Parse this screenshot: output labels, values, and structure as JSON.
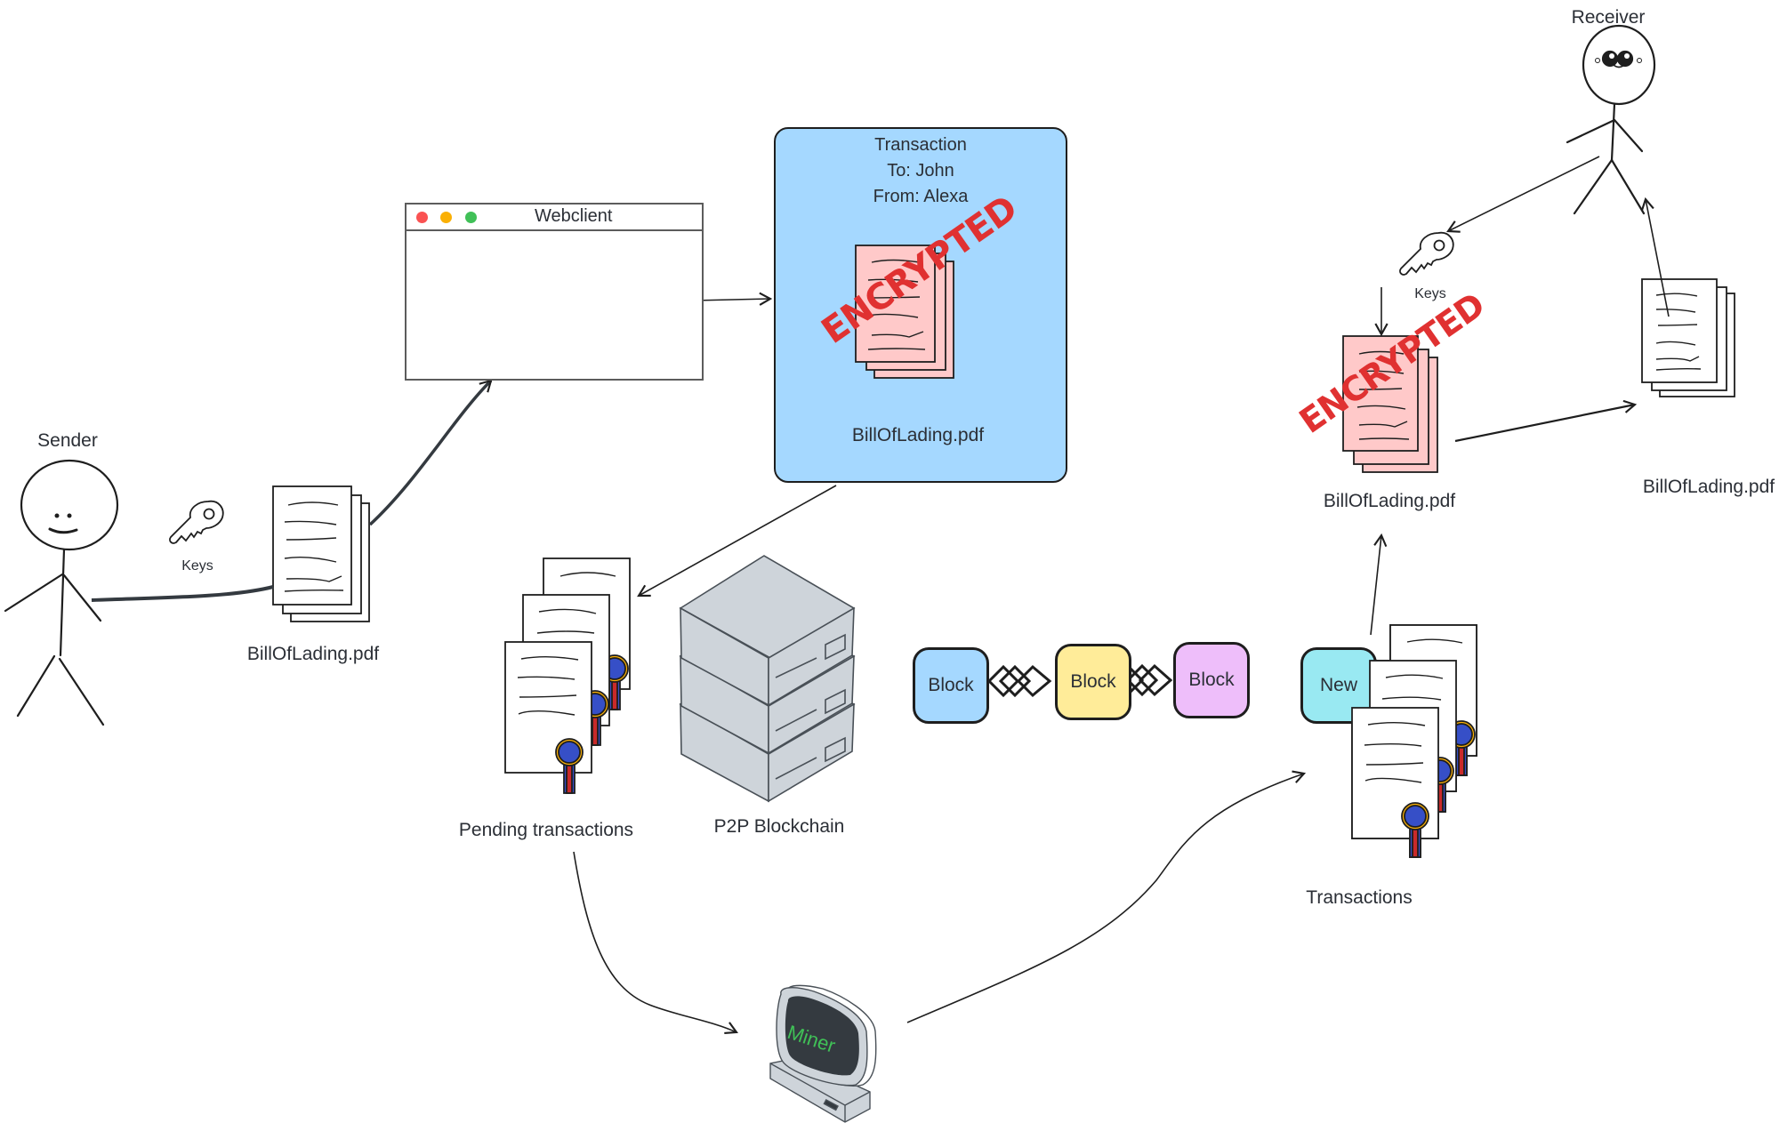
{
  "diagram": {
    "title": "Blockchain document transfer flow",
    "sender": {
      "label": "Sender",
      "keys_label": "Keys",
      "document_label": "BillOfLading.pdf"
    },
    "webclient": {
      "title": "Webclient",
      "window_dots": [
        "#fa5252",
        "#fab005",
        "#40c057"
      ],
      "globe_colors": {
        "ocean": "#1fb5f3",
        "land": "#40c057"
      }
    },
    "transaction": {
      "lines": [
        "Transaction",
        "To: John",
        "From: Alexa"
      ],
      "stamp": "ENCRYPTED",
      "document_label": "BillOfLading.pdf",
      "fill": "#a5d8ff"
    },
    "pending": {
      "label": "Pending transactions"
    },
    "p2p": {
      "label": "P2P Blockchain"
    },
    "chain": {
      "blocks": [
        {
          "label": "Block",
          "color": "#a5d8ff"
        },
        {
          "label": "Block",
          "color": "#ffec99"
        },
        {
          "label": "Block",
          "color": "#eebefa"
        },
        {
          "label": "New",
          "color": "#99e9f2"
        }
      ]
    },
    "transactions": {
      "label": "Transactions"
    },
    "miner": {
      "label": "Miner",
      "text_color": "#40c057"
    },
    "receiver": {
      "label": "Receiver",
      "keys_label": "Keys",
      "encrypted_document_label": "BillOfLading.pdf",
      "stamp": "ENCRYPTED",
      "decrypted_document_label": "BillOfLading.pdf"
    },
    "colors": {
      "stroke": "#1e1e1e",
      "encrypted_paper": "#ffc9c9",
      "stamp": "#e03131",
      "server": "#ced4da",
      "ribbon_blue": "#364fc7",
      "ribbon_red": "#c92a2a",
      "seal_gold": "#fab005"
    }
  }
}
